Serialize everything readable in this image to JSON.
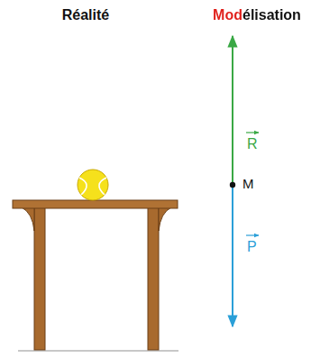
{
  "diagram": {
    "labels": [
      "Réalité",
      "Modélisation",
      "R",
      "M",
      "P"
    ]
  }
}
